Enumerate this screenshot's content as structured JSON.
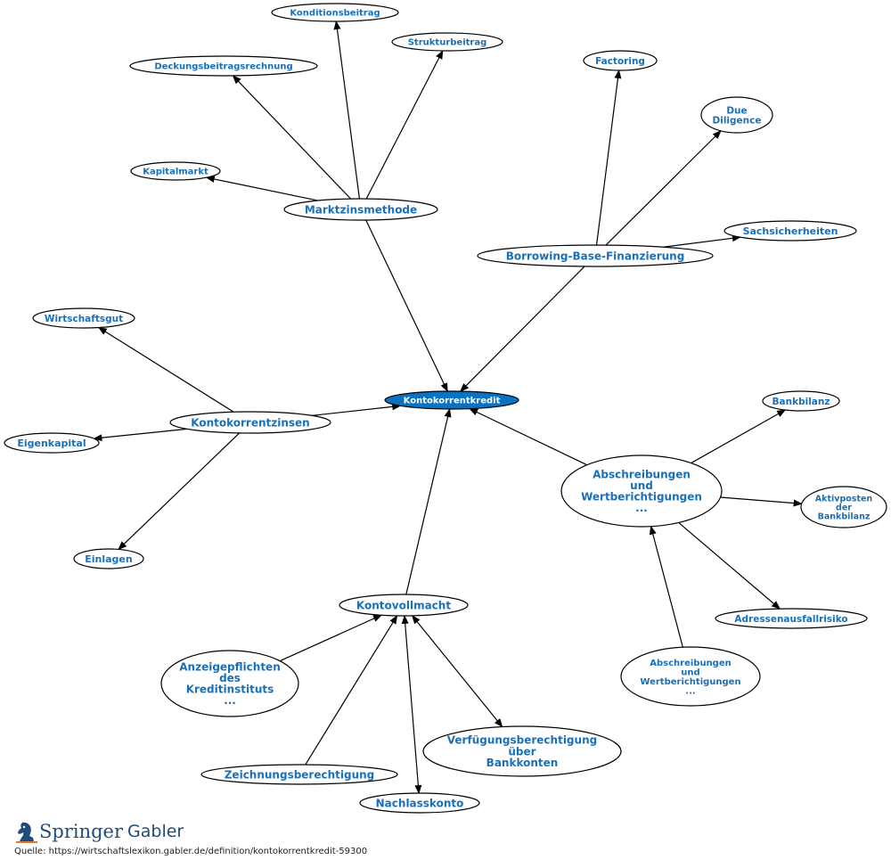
{
  "diagram": {
    "center": "Kontokorrentkredit",
    "nodes": [
      {
        "id": "center",
        "lines": [
          "Kontokorrentkredit"
        ]
      },
      {
        "id": "konditionsbeitrag",
        "lines": [
          "Konditionsbeitrag"
        ]
      },
      {
        "id": "strukturbeitrag",
        "lines": [
          "Strukturbeitrag"
        ]
      },
      {
        "id": "deckungsbeitragsrechnung",
        "lines": [
          "Deckungsbeitragsrechnung"
        ]
      },
      {
        "id": "kapitalmarkt",
        "lines": [
          "Kapitalmarkt"
        ]
      },
      {
        "id": "marktzinsmethode",
        "lines": [
          "Marktzinsmethode"
        ]
      },
      {
        "id": "factoring",
        "lines": [
          "Factoring"
        ]
      },
      {
        "id": "due-diligence",
        "lines": [
          "Due",
          "Diligence"
        ]
      },
      {
        "id": "sachsicherheiten",
        "lines": [
          "Sachsicherheiten"
        ]
      },
      {
        "id": "borrowing-base",
        "lines": [
          "Borrowing-Base-Finanzierung"
        ]
      },
      {
        "id": "wirtschaftsgut",
        "lines": [
          "Wirtschaftsgut"
        ]
      },
      {
        "id": "kontokorrentzinsen",
        "lines": [
          "Kontokorrentzinsen"
        ]
      },
      {
        "id": "eigenkapital",
        "lines": [
          "Eigenkapital"
        ]
      },
      {
        "id": "einlagen",
        "lines": [
          "Einlagen"
        ]
      },
      {
        "id": "bankbilanz",
        "lines": [
          "Bankbilanz"
        ]
      },
      {
        "id": "abschreibungen-main",
        "lines": [
          "Abschreibungen",
          "und",
          "Wertberichtigungen",
          "..."
        ]
      },
      {
        "id": "aktivposten",
        "lines": [
          "Aktivposten",
          "der",
          "Bankbilanz"
        ]
      },
      {
        "id": "adressenausfallrisiko",
        "lines": [
          "Adressenausfallrisiko"
        ]
      },
      {
        "id": "abschreibungen-sub",
        "lines": [
          "Abschreibungen",
          "und",
          "Wertberichtigungen",
          "..."
        ]
      },
      {
        "id": "kontovollmacht",
        "lines": [
          "Kontovollmacht"
        ]
      },
      {
        "id": "anzeigepflichten",
        "lines": [
          "Anzeigepflichten",
          "des",
          "Kreditinstituts",
          "..."
        ]
      },
      {
        "id": "zeichnungsberechtigung",
        "lines": [
          "Zeichnungsberechtigung"
        ]
      },
      {
        "id": "verfuegungsberechtigung",
        "lines": [
          "Verfügungsberechtigung",
          "über",
          "Bankkonten"
        ]
      },
      {
        "id": "nachlasskonto",
        "lines": [
          "Nachlasskonto"
        ]
      }
    ]
  },
  "footer": {
    "brand_main": "Springer",
    "brand_sub": "Gabler",
    "source": "Quelle: https://wirtschaftslexikon.gabler.de/definition/kontokorrentkredit-59300"
  },
  "colors": {
    "accent": "#0a72c0",
    "node_text": "#1a70b8"
  }
}
